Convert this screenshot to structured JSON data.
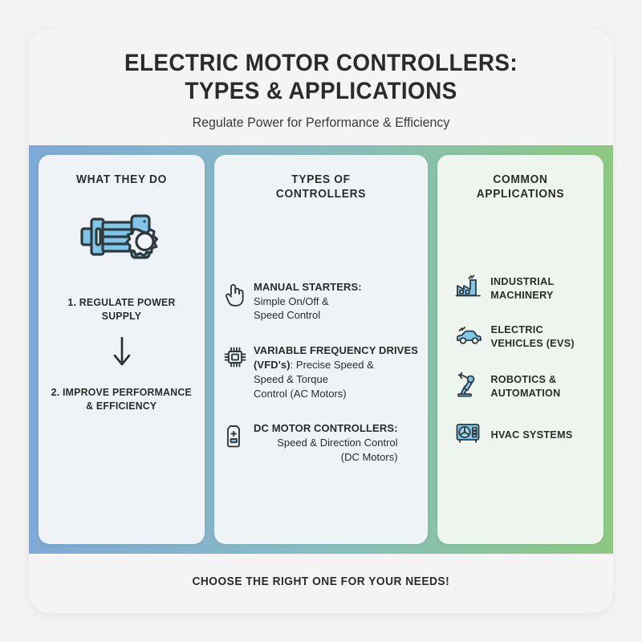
{
  "header": {
    "title_line1": "ELECTRIC MOTOR CONTROLLERS:",
    "title_line2": "TYPES & APPLICATIONS",
    "subtitle": "Regulate Power for Performance & Efficiency"
  },
  "columns": {
    "what_they_do": {
      "heading": "WHAT THEY DO",
      "icon": "electric-motor-gear-icon",
      "step1": "1. REGULATE POWER SUPPLY",
      "arrow": "down-arrow-icon",
      "step2_line1": "2. IMPROVE PERFORMANCE",
      "step2_line2": "& EFFICIENCY"
    },
    "types": {
      "heading_line1": "TYPES OF",
      "heading_line2": "CONTROLLERS",
      "items": [
        {
          "icon": "hand-tap-icon",
          "title": "MANUAL STARTERS:",
          "desc_line1": "Simple On/Off &",
          "desc_line2": "Speed Control"
        },
        {
          "icon": "microchip-icon",
          "title": "VARIABLE FREQUENCY DRIVES",
          "title_cont": "(VFD's)",
          "desc_line1": ": Precise Speed &",
          "desc_line2": "Speed & Torque",
          "desc_line3": "Control (AC Motors)"
        },
        {
          "icon": "battery-icon",
          "title": "DC MOTOR CONTROLLERS:",
          "desc_line1": "Speed & Direction Control",
          "desc_line2": "(DC Motors)"
        }
      ]
    },
    "applications": {
      "heading_line1": "COMMON",
      "heading_line2": "APPLICATIONS",
      "items": [
        {
          "icon": "factory-icon",
          "line1": "INDUSTRIAL",
          "line2": "MACHINERY"
        },
        {
          "icon": "electric-car-icon",
          "line1": "ELECTRIC",
          "line2": "VEHICLES (EVs)"
        },
        {
          "icon": "robot-arm-icon",
          "line1": "ROBOTICS &",
          "line2": "AUTOMATION"
        },
        {
          "icon": "hvac-unit-icon",
          "line1": "HVAC SYSTEMS",
          "line2": ""
        }
      ]
    }
  },
  "footer": {
    "text": "CHOOSE THE RIGHT ONE FOR YOUR NEEDS!"
  },
  "colors": {
    "gradient_start": "#7fa9d6",
    "gradient_mid": "#86bcc4",
    "gradient_end": "#8cc97f",
    "icon_fill": "#7fc6e8",
    "icon_stroke": "#2f3a40",
    "text": "#2b2b2b",
    "page_bg": "#f2f2f2",
    "poster_bg": "#f4f4f4"
  }
}
